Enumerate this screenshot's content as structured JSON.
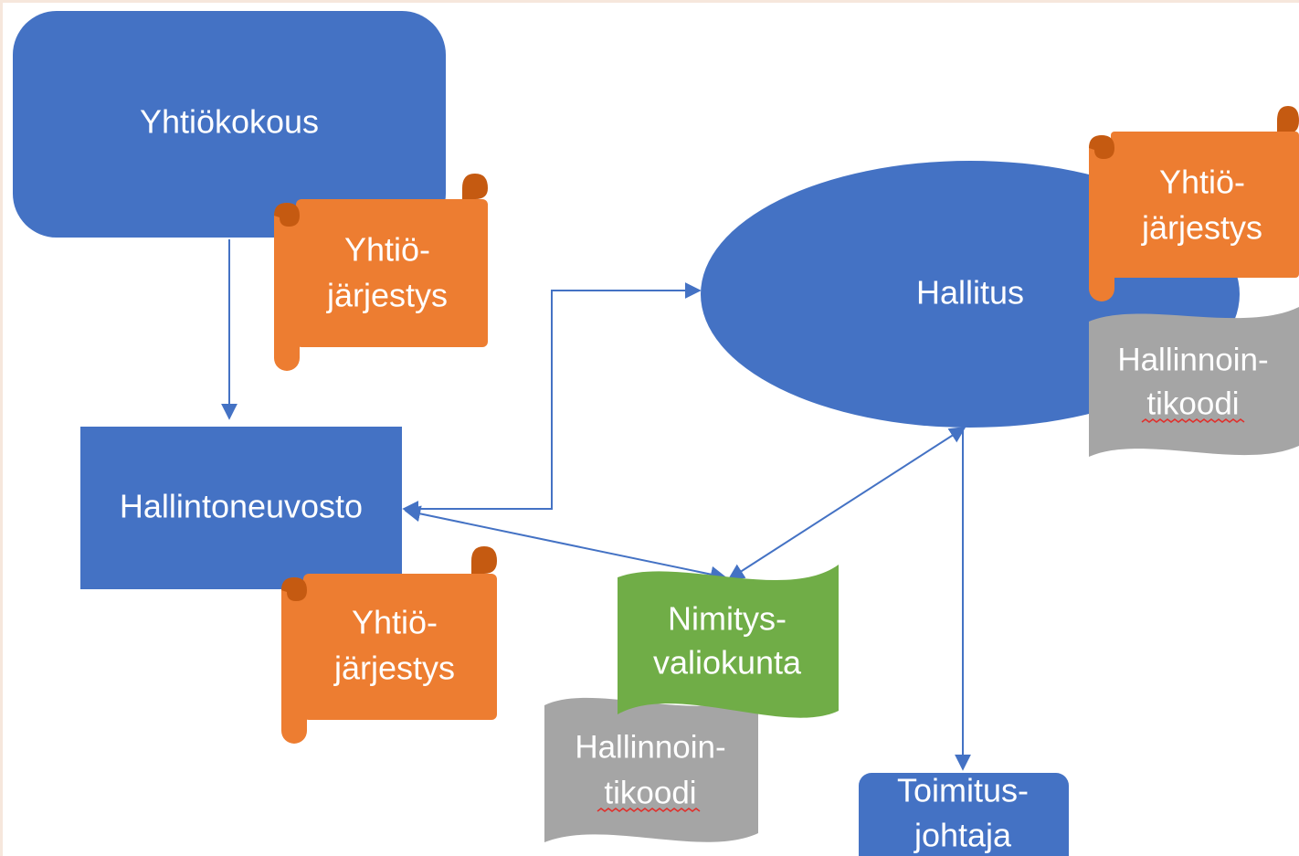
{
  "colors": {
    "blue": "#4472c4",
    "orange": "#ed7d31",
    "orange_dark": "#c55a11",
    "green": "#70ad47",
    "grey": "#a5a5a5",
    "grey_dark": "#8c8c8c",
    "arrow": "#4472c4",
    "squiggle": "#e0302c"
  },
  "nodes": {
    "yhtiokokous": "Yhtiökokous",
    "hallintoneuvosto": "Hallintoneuvosto",
    "hallitus": "Hallitus",
    "nimitysvaliokunta": [
      "Nimitys-",
      "valiokunta"
    ],
    "toimitusjohtaja": [
      "Toimitus-",
      "johtaja"
    ]
  },
  "documents": {
    "yhtiojarjestys": [
      "Yhtiö-",
      "järjestys"
    ],
    "hallinnointikoodi": [
      "Hallinnoin-",
      "tikoodi"
    ]
  }
}
